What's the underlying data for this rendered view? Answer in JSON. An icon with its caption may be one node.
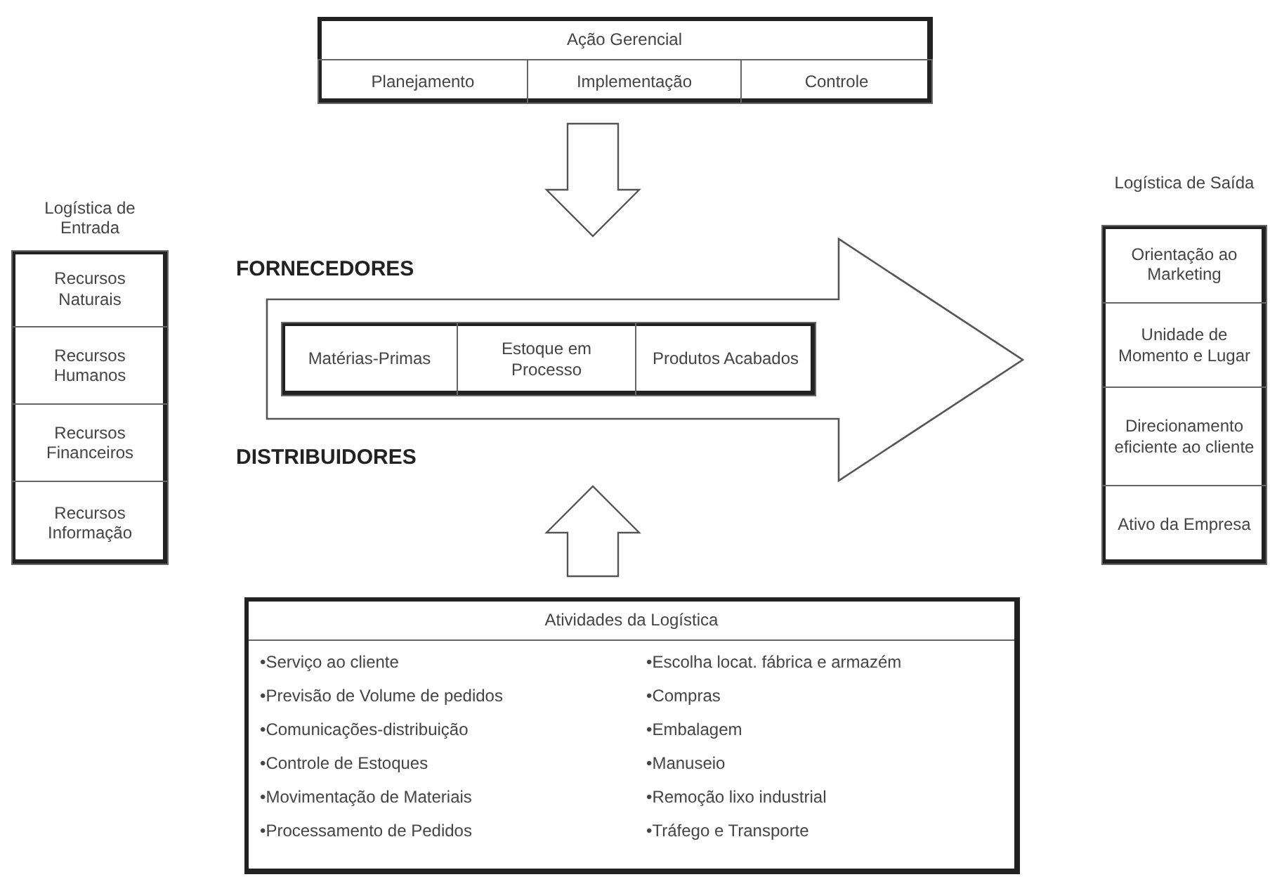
{
  "diagram": {
    "nodes": [
      {
        "text": [
          "Ação Gerencial"
        ]
      },
      {
        "text": [
          "Planejamento"
        ],
        "in": 0
      },
      {
        "text": [
          "Implementação"
        ],
        "in": 0
      },
      {
        "text": [
          "Controle"
        ],
        "in": 0
      },
      {
        "text": [
          "Logística de Entrada"
        ]
      },
      {
        "text": [
          "Recursos Naturais"
        ],
        "in": 4
      },
      {
        "text": [
          "Recursos Humanos"
        ],
        "in": 4
      },
      {
        "text": [
          "Recursos Financeiros"
        ],
        "in": 4
      },
      {
        "text": [
          "Recursos Informação"
        ],
        "in": 4
      },
      {
        "text": [],
        "shape": "arrow"
      },
      {
        "text": [],
        "shape": "box",
        "in": 9
      },
      {
        "text": [
          "Matérias-Primas"
        ],
        "in": 10
      },
      {
        "text": [
          "Estoque em Processo"
        ],
        "in": 10
      },
      {
        "text": [
          "Produtos Acabados"
        ],
        "in": 10
      },
      {
        "text": [
          "Logística de Saída"
        ]
      },
      {
        "text": [
          "Orientação ao Marketing"
        ],
        "in": 14
      },
      {
        "text": [
          "Unidade de Momento e Lugar"
        ],
        "in": 14
      },
      {
        "text": [
          "Direcionamento eficiente ao cliente"
        ],
        "in": 14
      },
      {
        "text": [
          "Ativo da Empresa"
        ],
        "in": 14
      },
      {
        "text": [
          "Atividades da Logística",
          "•Serviço ao cliente",
          "•Previsão de Volume de pedidos",
          "•Comunicações-distribuição",
          "•Controle de Estoques",
          "•Movimentação de Materiais",
          "•Processamento de Pedidos",
          "•Escolha locat. fábrica e armazém",
          "•Compras",
          "•Embalagem",
          "•Manuseio",
          "•Remoção lixo industrial",
          "•Tráfego e Transporte"
        ]
      }
    ],
    "edges": [
      {
        "from": 0,
        "to": 9,
        "arrow": "to"
      },
      {
        "from": 19,
        "to": 9,
        "arrow": "to"
      }
    ],
    "labels": [
      "FORNECEDORES",
      "DISTRIBUIDORES"
    ]
  }
}
